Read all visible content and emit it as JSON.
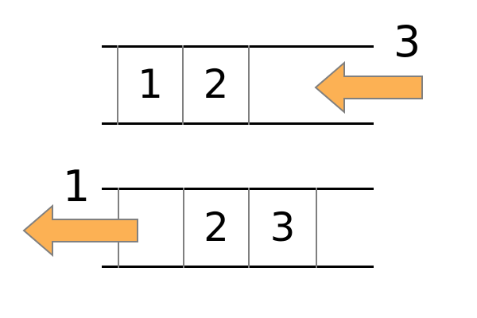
{
  "diagram": {
    "title": "queue-shift-diagram",
    "background_color": "#ffffff",
    "line_color": "#000000",
    "divider_color": "#7f7f7f",
    "arrow_fill": "#fcb154",
    "arrow_stroke": "#808080",
    "text_color": "#000000"
  },
  "rows": [
    {
      "name": "top-row",
      "cells": [
        {
          "label": "1"
        },
        {
          "label": "2"
        },
        {
          "label": ""
        }
      ],
      "arrow": {
        "name": "enqueue-arrow",
        "direction": "left"
      },
      "side_label": "3"
    },
    {
      "name": "bottom-row",
      "cells": [
        {
          "label": ""
        },
        {
          "label": "2"
        },
        {
          "label": "3"
        },
        {
          "label": ""
        }
      ],
      "arrow": {
        "name": "dequeue-arrow",
        "direction": "left"
      },
      "side_label": "1"
    }
  ]
}
